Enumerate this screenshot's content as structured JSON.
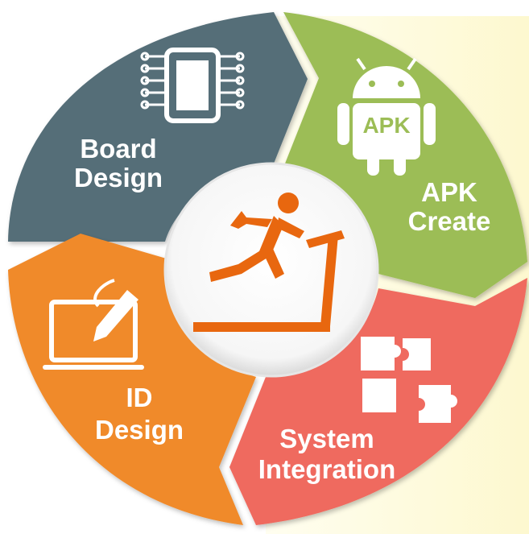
{
  "diagram": {
    "segments": [
      {
        "id": "board-design",
        "line1": "Board",
        "line2": "Design",
        "color": "#546e78",
        "icon": "chip-icon"
      },
      {
        "id": "apk-create",
        "line1": "APK",
        "line2": "Create",
        "color": "#9cbd56",
        "icon": "android-icon",
        "badge": "APK"
      },
      {
        "id": "system-integration",
        "line1": "System",
        "line2": "Integration",
        "color": "#ef6a5e",
        "icon": "puzzle-icon"
      },
      {
        "id": "id-design",
        "line1": "ID",
        "line2": "Design",
        "color": "#f08a2c",
        "icon": "tablet-pen-icon"
      }
    ],
    "center_icon": "runner-treadmill-icon",
    "center_icon_color": "#e8670f"
  }
}
